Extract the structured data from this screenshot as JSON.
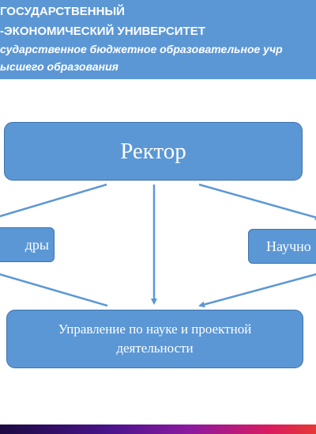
{
  "header": {
    "line1": "ГОСУДАРСТВЕННЫЙ",
    "line2": "-ЭКОНОМИЧЕСКИЙ УНИВЕРСИТЕТ",
    "line3": "сударственное бюджетное образовательное учр",
    "line4": "ысшего образования"
  },
  "colors": {
    "header_bg": "#5b97d5",
    "node_fill": "#5b97d5",
    "node_border": "#3f72aa",
    "connector": "#5b97d5"
  },
  "nodes": {
    "rector": "Ректор",
    "left": "дры",
    "right": "Научно",
    "bottom": "Управление по науке и проектной деятельности"
  },
  "connectors": [
    {
      "from": "rector",
      "to": "left"
    },
    {
      "from": "rector",
      "to": "bottom"
    },
    {
      "from": "rector",
      "to": "right"
    },
    {
      "from": "left",
      "to": "bottom"
    },
    {
      "from": "right",
      "to": "bottom"
    }
  ]
}
